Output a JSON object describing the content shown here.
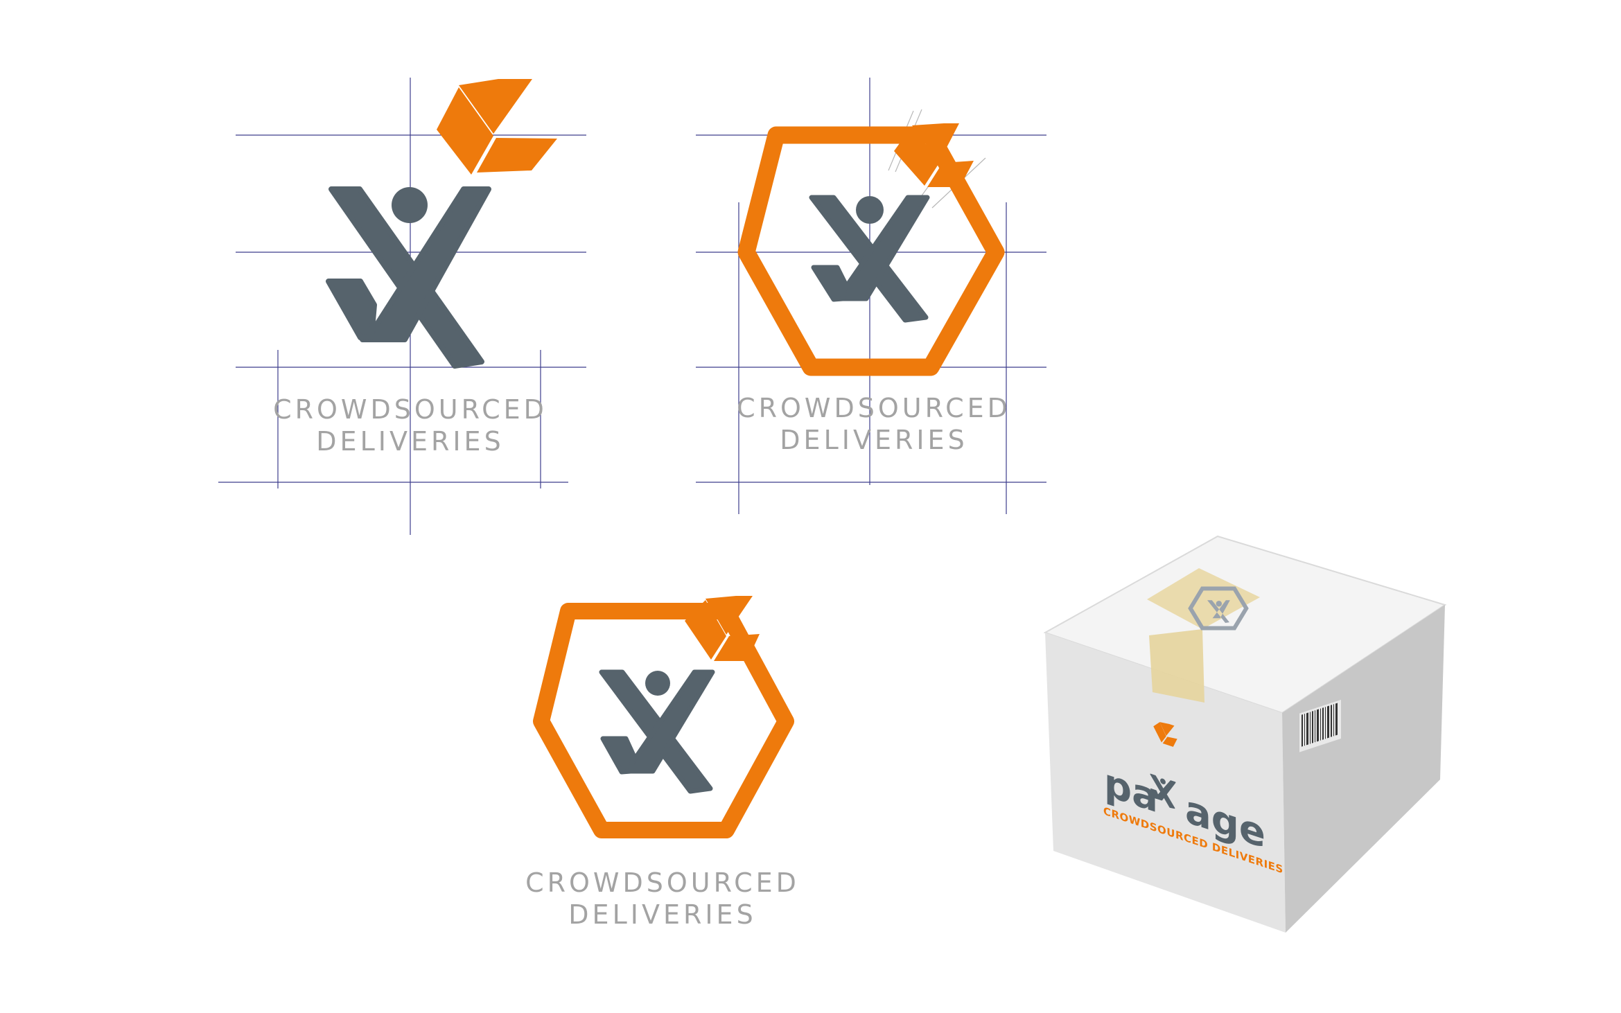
{
  "tagline": {
    "line1": "CROWDSOURCED",
    "line2": "DELIVERIES"
  },
  "package_brand": {
    "name_prefix": "pa",
    "name_suffix": "age",
    "tagline": "CROWDSOURCED DELIVERIES"
  },
  "colors": {
    "brand_orange": "#EE7A0C",
    "figure_slate": "#56636C",
    "caption_gray": "#A3A3A3",
    "grid_line": "#3C3C8C",
    "tape": "#E8D6A0",
    "box_top": "#F4F4F4",
    "box_front": "#E3E3E3",
    "box_side": "#C6C6C6"
  },
  "icons": [
    "runner-figure-icon",
    "parcel-cube-icon",
    "hexagon-frame-icon",
    "barcode-icon"
  ]
}
